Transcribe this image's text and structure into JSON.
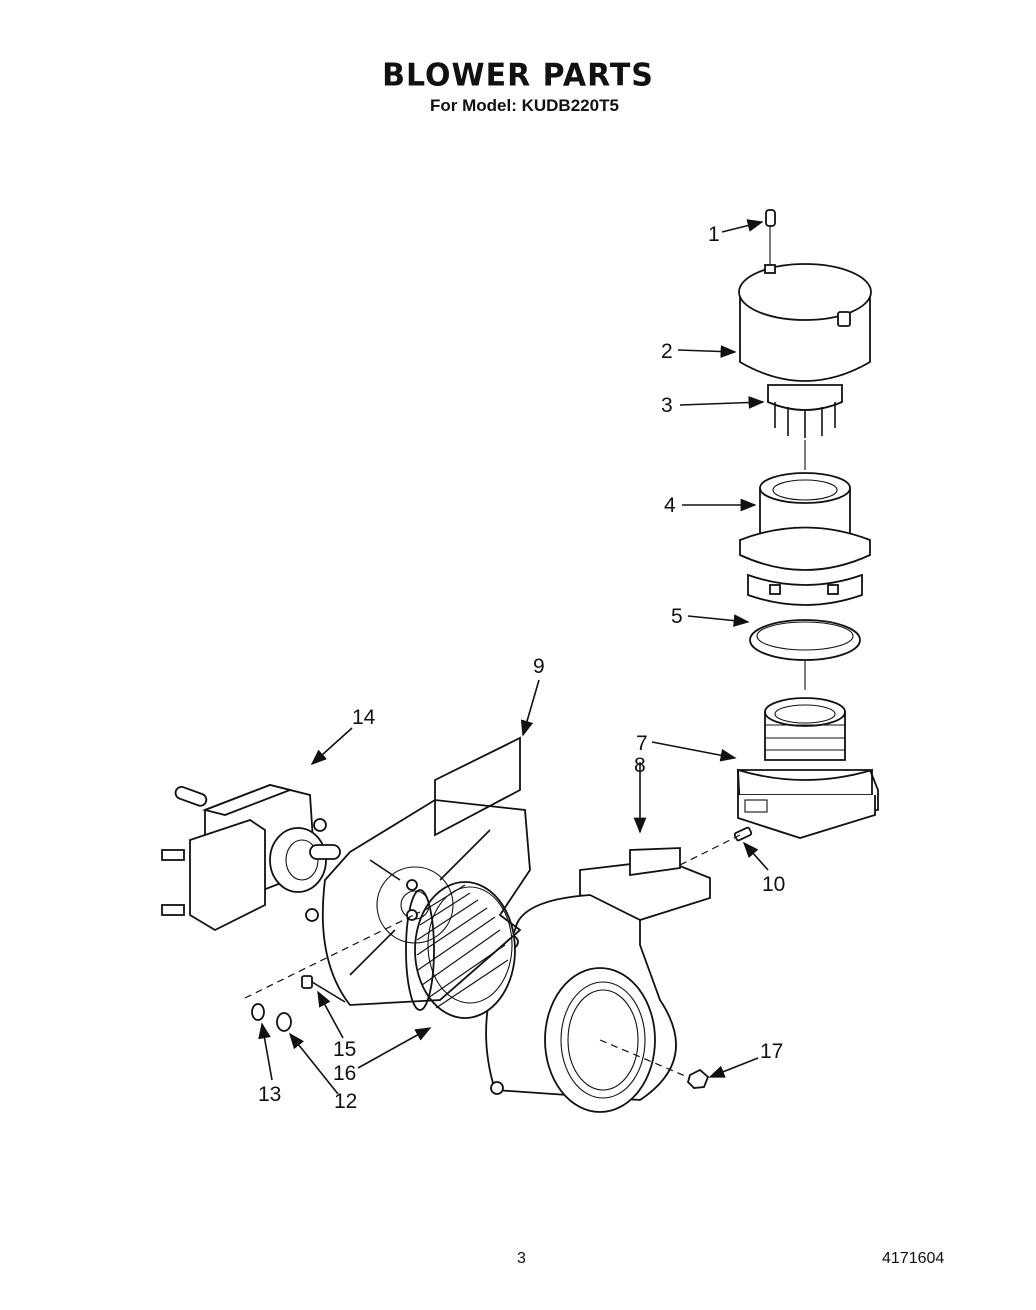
{
  "header": {
    "title": "BLOWER PARTS",
    "subtitle": "For Model: KUDB220T5"
  },
  "callouts": {
    "c1": "1",
    "c2": "2",
    "c3": "3",
    "c4": "4",
    "c5": "5",
    "c7": "7",
    "c8": "8",
    "c9": "9",
    "c10": "10",
    "c12": "12",
    "c13": "13",
    "c14": "14",
    "c15": "15",
    "c16": "16",
    "c17": "17"
  },
  "footer": {
    "page_number": "3",
    "doc_number": "4171604"
  }
}
